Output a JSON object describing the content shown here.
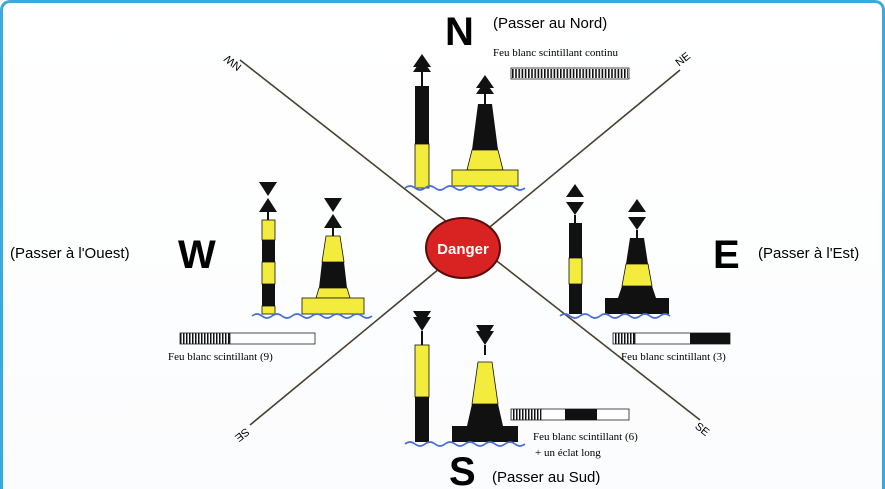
{
  "center": {
    "label": "Danger"
  },
  "directions": {
    "north": {
      "letter": "N",
      "caption": "(Passer au Nord)",
      "light": "Feu blanc scintillant continu"
    },
    "south": {
      "letter": "S",
      "caption": "(Passer au Sud)",
      "light_line1": "Feu blanc scintillant (6)",
      "light_line2": "+ un éclat long"
    },
    "east": {
      "letter": "E",
      "caption": "(Passer à l'Est)",
      "light": "Feu blanc scintillant (3)"
    },
    "west": {
      "letter": "W",
      "caption": "(Passer à l'Ouest)",
      "light": "Feu blanc scintillant (9)"
    }
  },
  "axes": {
    "nw": "NW",
    "ne": "NE",
    "se": "SE",
    "sw": "SE"
  },
  "colors": {
    "yellow": "#f3ec3c",
    "black": "#111111",
    "danger_red": "#d92323",
    "water": "#4a6fd1",
    "frame": "#3aa9dd"
  }
}
